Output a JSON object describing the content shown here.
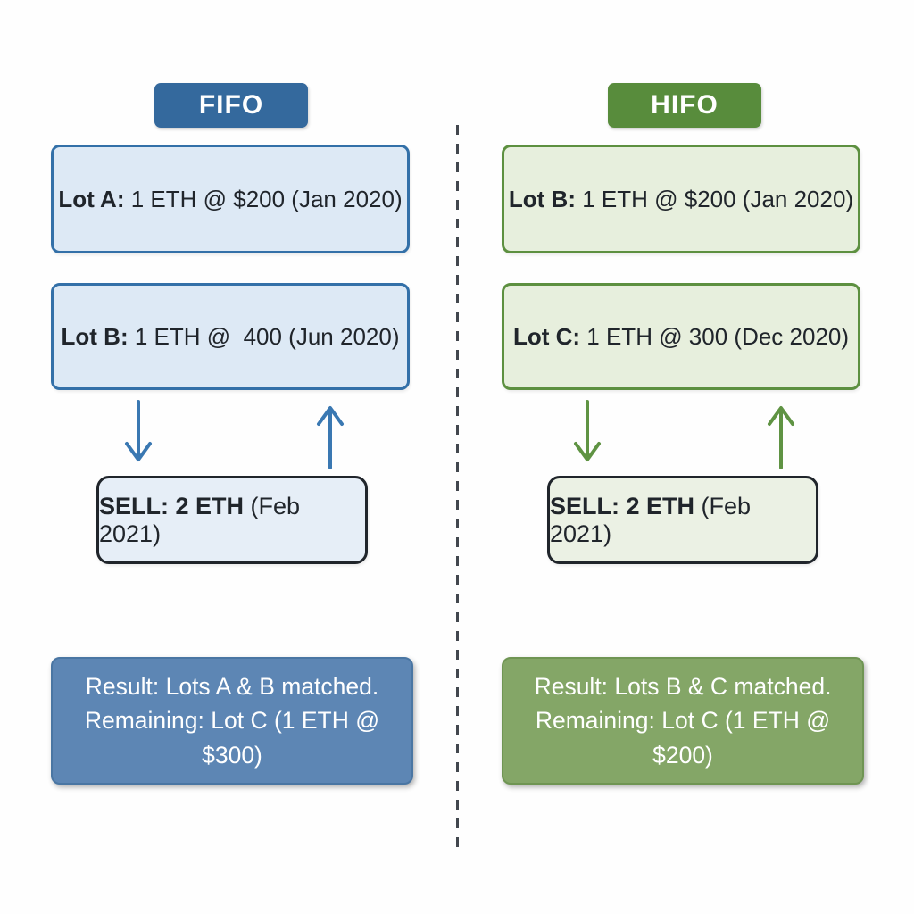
{
  "fifo": {
    "badge": "FIFO",
    "accent_color": "#34699d",
    "box_fill_color": "#dde9f5",
    "box_border_color": "#3370a8",
    "arrow_color": "#3a78b2",
    "result_fill_color": "#5d86b4",
    "lots": [
      {
        "bold": "Lot A:",
        "rest": " 1 ETH @ $200 (Jan 2020)"
      },
      {
        "bold": "Lot B:",
        "rest": " 1 ETH @  400 (Jun 2020)"
      }
    ],
    "sell_bold": "SELL: 2 ETH",
    "sell_rest": " (Feb 2021)",
    "result_line1": "Result: Lots A & B matched.",
    "result_line2": "Remaining: Lot C (1 ETH @ $300)"
  },
  "hifo": {
    "badge": "HIFO",
    "accent_color": "#588c3c",
    "box_fill_color": "#e7efdd",
    "box_border_color": "#5d9040",
    "arrow_color": "#5f9343",
    "result_fill_color": "#84a667",
    "lots": [
      {
        "bold": "Lot B:",
        "rest": " 1 ETH @ $200 (Jan 2020)"
      },
      {
        "bold": "Lot C:",
        "rest": " 1 ETH @ 300 (Dec 2020)"
      }
    ],
    "sell_bold": "SELL: 2 ETH",
    "sell_rest": " (Feb 2021)",
    "result_line1": "Result: Lots B & C matched.",
    "result_line2": "Remaining: Lot C (1 ETH @ $200)"
  },
  "divider_color": "#42474e"
}
